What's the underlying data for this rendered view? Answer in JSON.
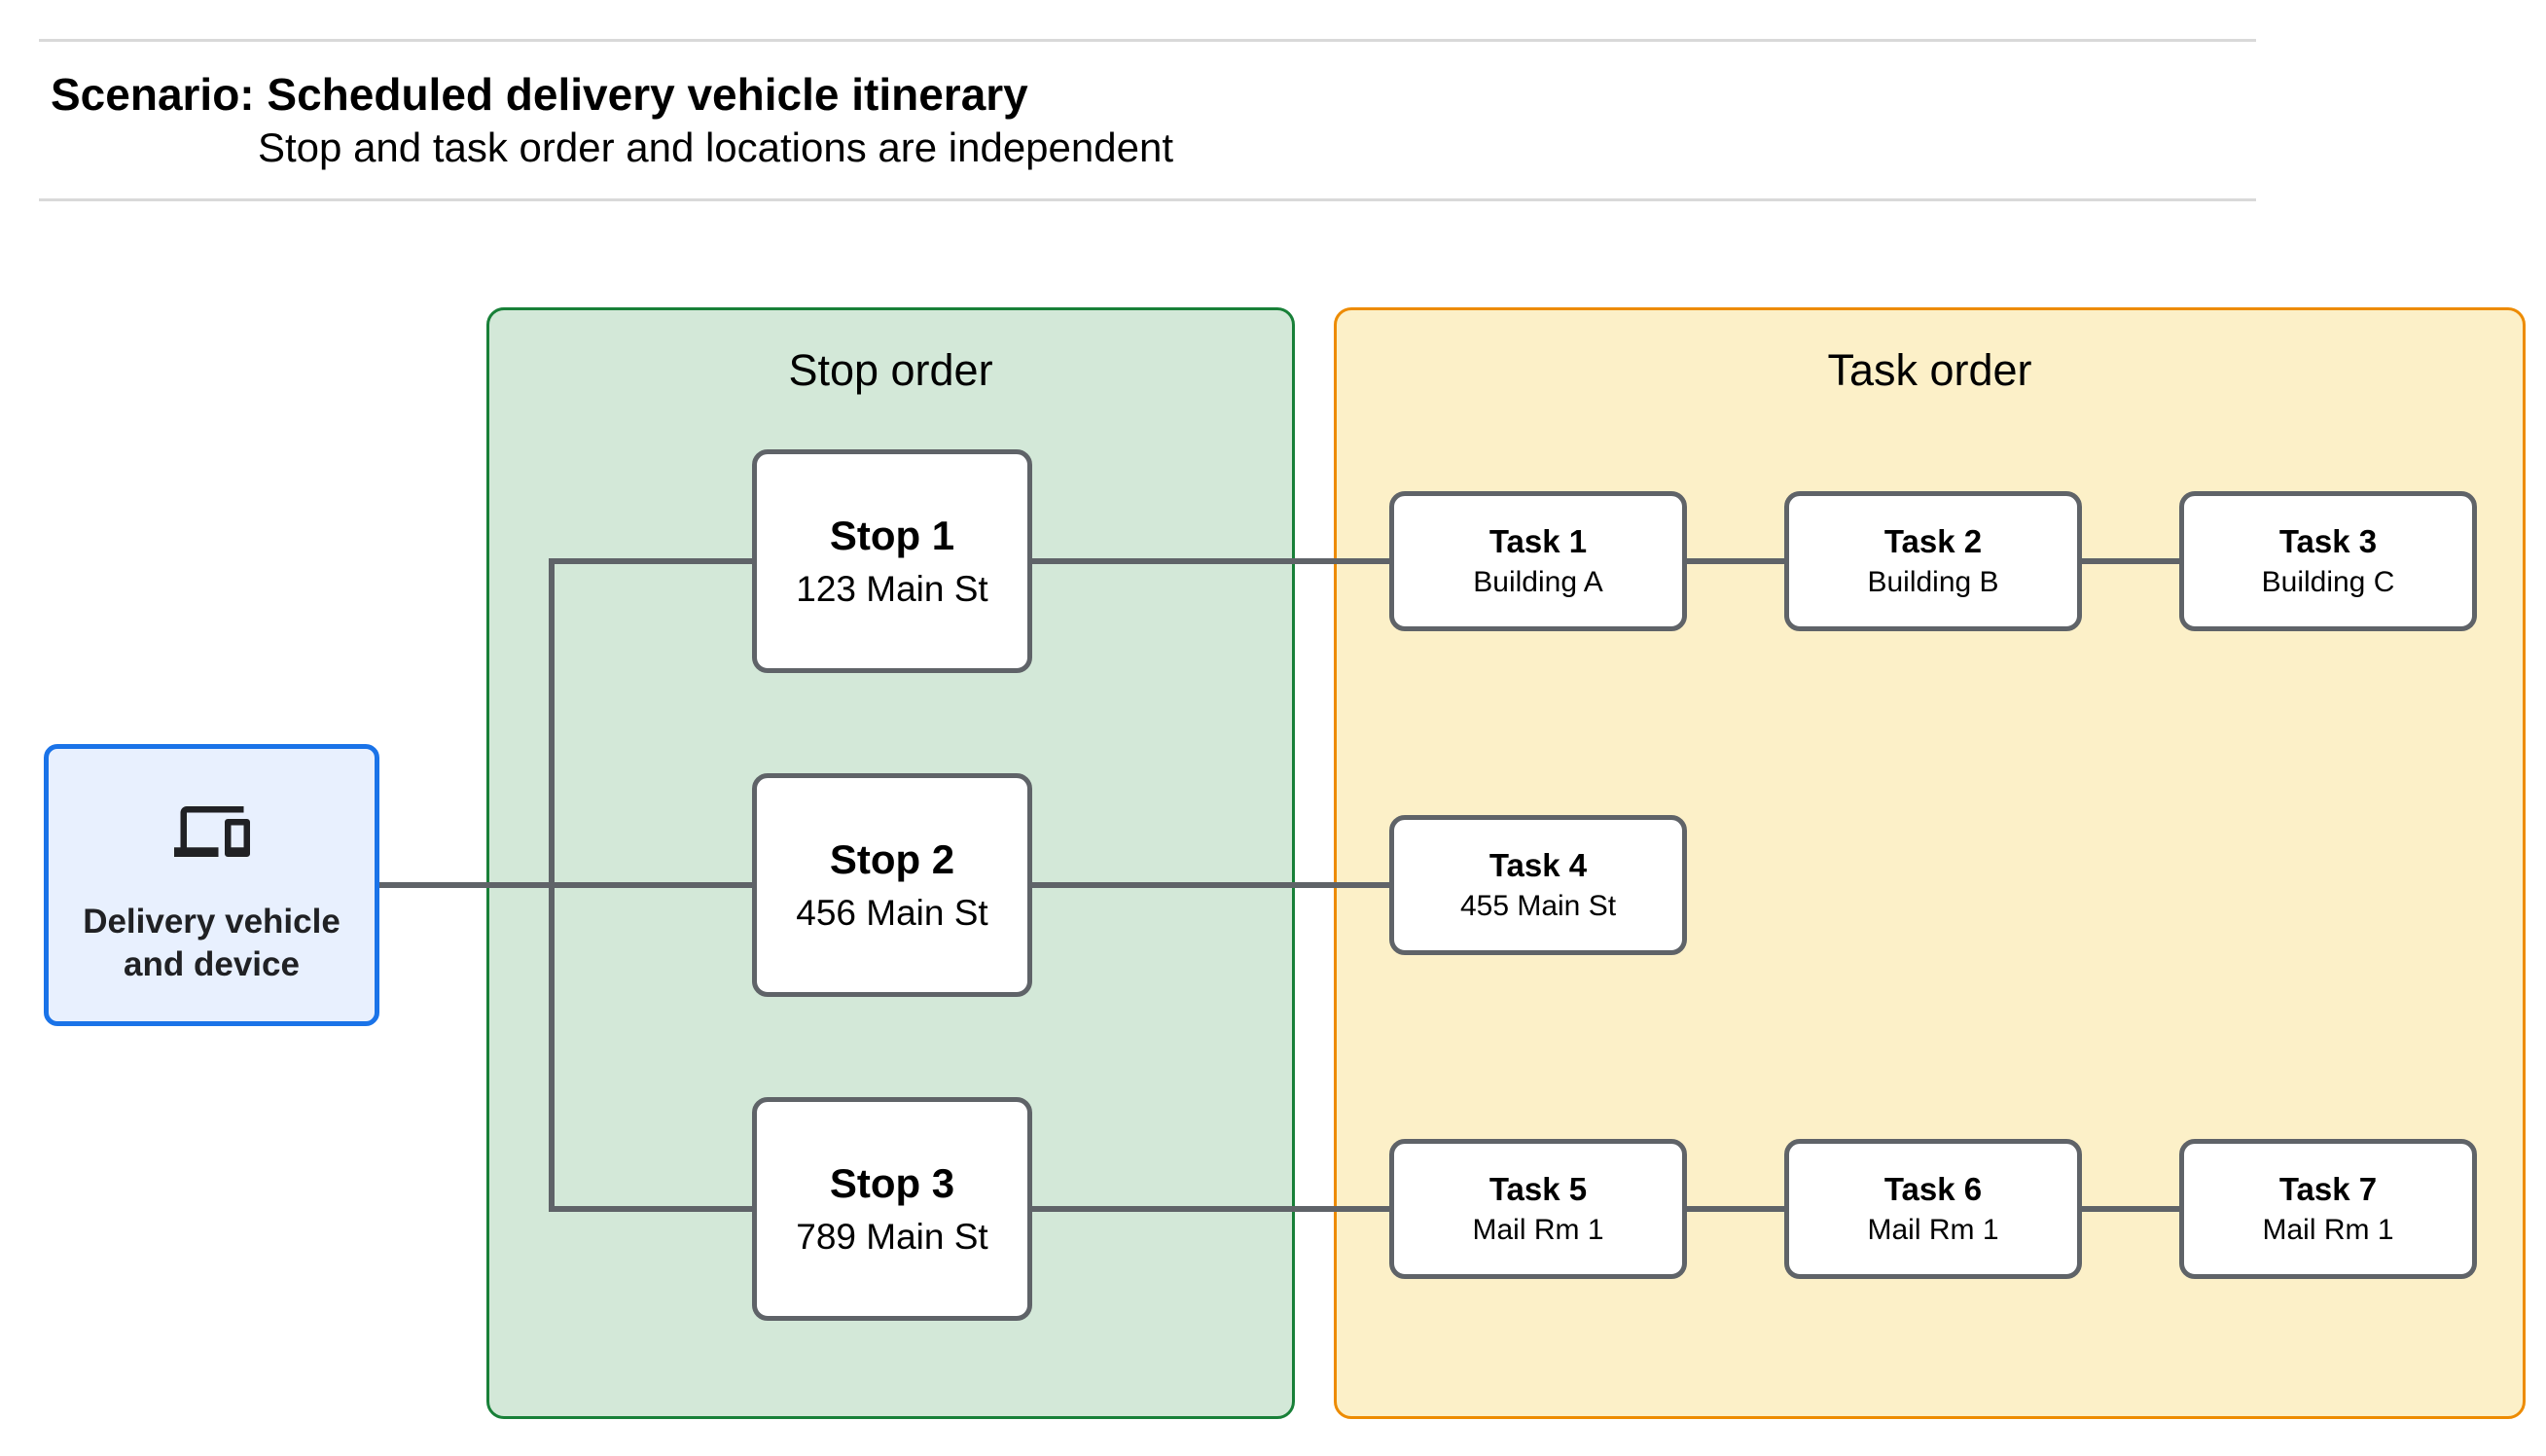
{
  "header": {
    "title": "Scenario: Scheduled delivery vehicle itinerary",
    "subtitle": "Stop and task order and locations are independent"
  },
  "source": {
    "label": "Delivery vehicle and device",
    "icon": "devices-icon"
  },
  "panels": {
    "stop": {
      "title": "Stop order",
      "nodes": [
        {
          "title": "Stop 1",
          "subtitle": "123 Main St"
        },
        {
          "title": "Stop 2",
          "subtitle": "456 Main St"
        },
        {
          "title": "Stop 3",
          "subtitle": "789 Main St"
        }
      ]
    },
    "task": {
      "title": "Task order",
      "nodes": [
        {
          "title": "Task 1",
          "subtitle": "Building A"
        },
        {
          "title": "Task 2",
          "subtitle": "Building B"
        },
        {
          "title": "Task 3",
          "subtitle": "Building C"
        },
        {
          "title": "Task 4",
          "subtitle": "455 Main St"
        },
        {
          "title": "Task 5",
          "subtitle": "Mail Rm 1"
        },
        {
          "title": "Task 6",
          "subtitle": "Mail Rm 1"
        },
        {
          "title": "Task 7",
          "subtitle": "Mail Rm 1"
        }
      ]
    }
  },
  "colors": {
    "stop_panel_fill": "#d3e8d8",
    "stop_panel_border": "#188038",
    "task_panel_fill": "#fcf0c8",
    "task_panel_border": "#ed8b00",
    "source_fill": "#e8f0fe",
    "source_border": "#1a73e8",
    "node_border": "#5f6368",
    "connector": "#5f6368",
    "divider": "#d9d9d9"
  }
}
